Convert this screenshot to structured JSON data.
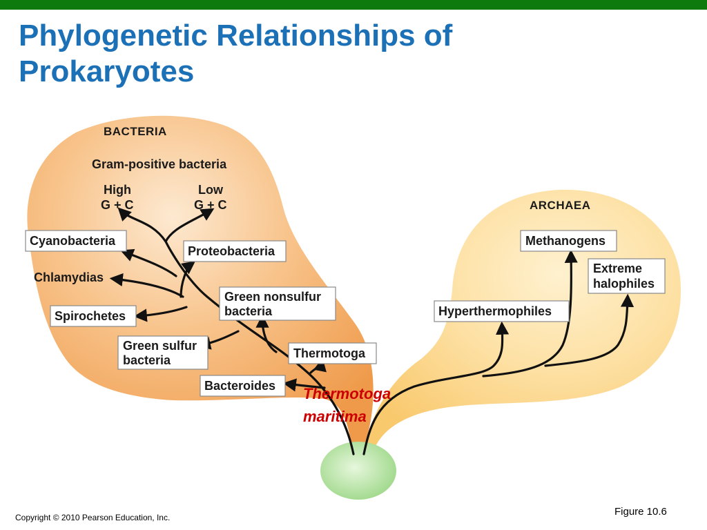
{
  "title": {
    "line1": "Phylogenetic Relationships of",
    "line2": "Prokaryotes"
  },
  "diagram": {
    "bacteria": {
      "heading": "BACTERIA",
      "gram_positive": "Gram-positive bacteria",
      "high_gc": [
        "High",
        "G + C"
      ],
      "low_gc": [
        "Low",
        "G + C"
      ],
      "groups": {
        "cyanobacteria": "Cyanobacteria",
        "proteobacteria": "Proteobacteria",
        "chlamydias": "Chlamydias",
        "green_nonsulfur": [
          "Green nonsulfur",
          "bacteria"
        ],
        "spirochetes": "Spirochetes",
        "green_sulfur": [
          "Green sulfur",
          "bacteria"
        ],
        "thermotoga": "Thermotoga",
        "bacteroides": "Bacteroides"
      }
    },
    "archaea": {
      "heading": "ARCHAEA",
      "groups": {
        "methanogens": "Methanogens",
        "extreme_halophiles": [
          "Extreme",
          "halophiles"
        ],
        "hyperthermophiles": "Hyperthermophiles"
      }
    },
    "annotation": [
      "Thermotoga",
      "maritima"
    ],
    "colors": {
      "bacteria_fill": "#f4a85c",
      "archaea_fill": "#fbd48a",
      "root_fill": "#a8e08f",
      "annotation": "#cc0000",
      "title": "#1c70b6",
      "top_bar": "#0e7a0d"
    }
  },
  "footer": {
    "copyright": "Copyright © 2010 Pearson Education, Inc.",
    "figure": "Figure 10.6"
  }
}
